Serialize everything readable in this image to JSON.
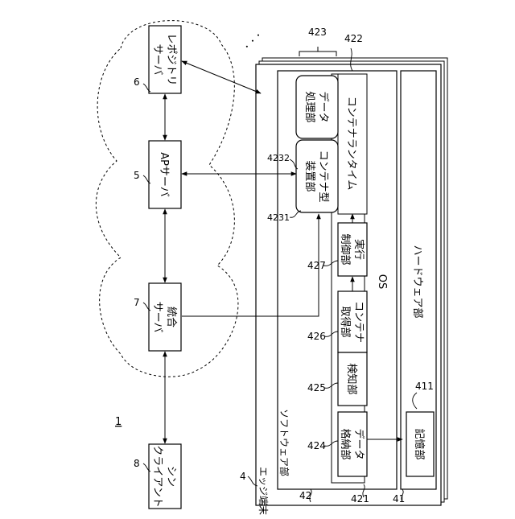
{
  "figure_number": "1",
  "cloud_servers": {
    "repository": {
      "label_line1": "レポジトリ",
      "label_line2": "サーバ",
      "ref": "6"
    },
    "ap": {
      "label": "APサーバ",
      "ref": "5"
    },
    "integrated": {
      "label_line1": "統合",
      "label_line2": "サーバ",
      "ref": "7"
    }
  },
  "thin_client": {
    "label_line1": "シン",
    "label_line2": "クライアント",
    "ref": "8"
  },
  "edge_terminal": {
    "label": "エッジ端末",
    "ref": "4",
    "ellipsis": "・・・"
  },
  "software_section": {
    "label": "ソフトウェア部",
    "ref": "42"
  },
  "hardware_section": {
    "label": "ハードウェア部",
    "ref": "41"
  },
  "os": {
    "label": "OS",
    "ref": "421"
  },
  "container_runtime": {
    "label": "コンテナランタイム",
    "ref": "422"
  },
  "group_ref": "423",
  "container_device": {
    "label_line1": "コンテナ型",
    "label_line2": "装置部",
    "ref": "4231"
  },
  "data_processing": {
    "label_line1": "データ",
    "label_line2": "処理部",
    "ref": "4232"
  },
  "execution_control": {
    "label_line1": "実行",
    "label_line2": "制御部",
    "ref": "427"
  },
  "container_acquisition": {
    "label_line1": "コンテナ",
    "label_line2": "取得部",
    "ref": "426"
  },
  "detection": {
    "label": "検知部",
    "ref": "425"
  },
  "data_storage": {
    "label_line1": "データ",
    "label_line2": "格納部",
    "ref": "424"
  },
  "storage": {
    "label": "記憶部",
    "ref": "411"
  }
}
